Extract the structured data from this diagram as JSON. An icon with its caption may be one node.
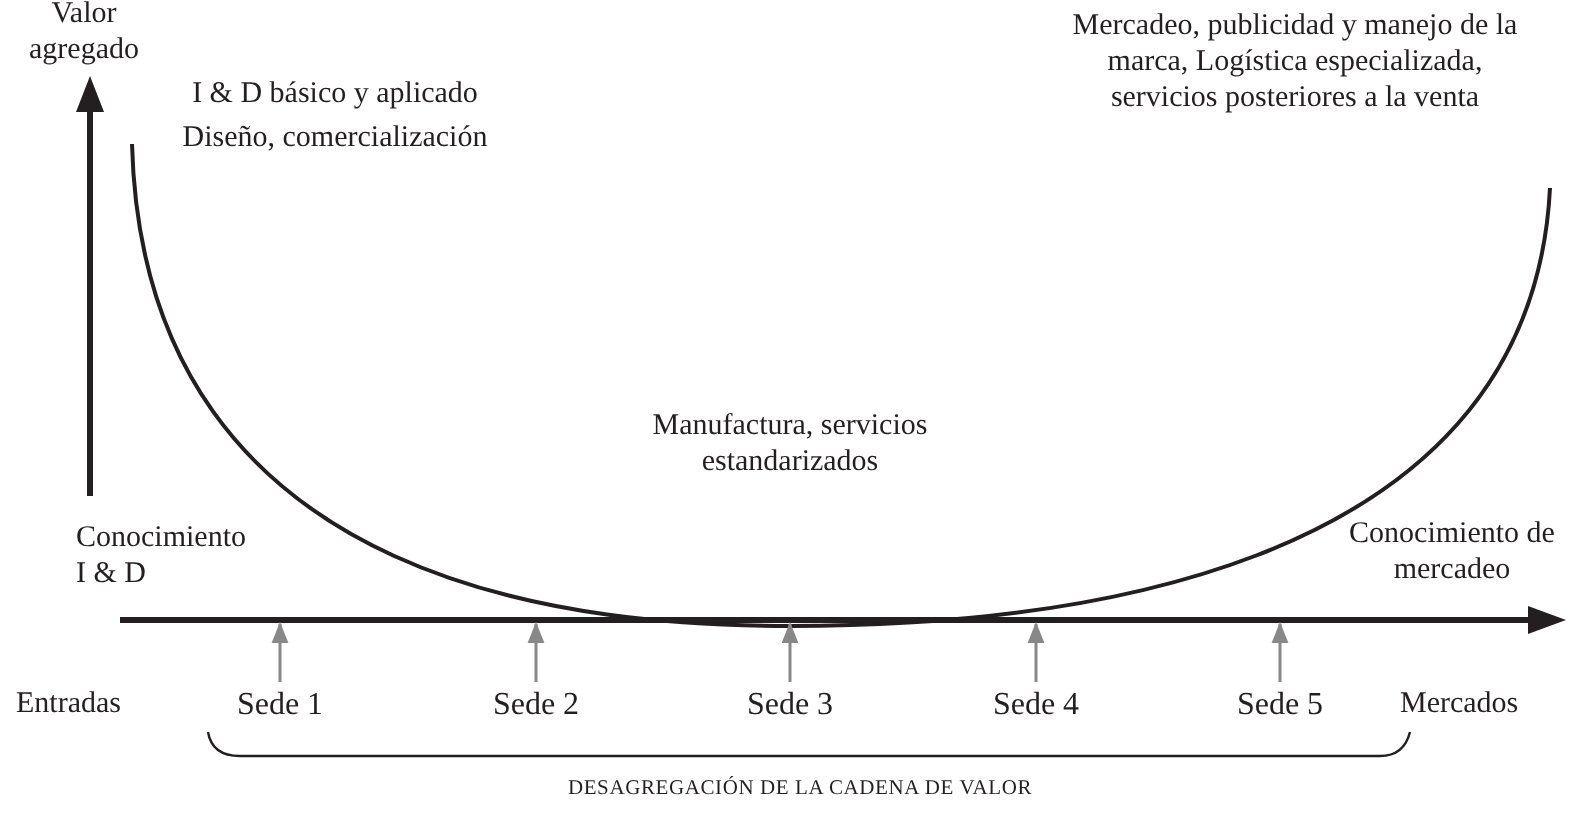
{
  "diagram": {
    "caption": "DESAGREGACIÓN DE LA CADENA DE VALOR",
    "nodes": [
      {
        "text": [
          "Sede 1"
        ]
      },
      {
        "text": [
          "Sede 2"
        ]
      },
      {
        "text": [
          "Sede 3"
        ]
      },
      {
        "text": [
          "Sede 4"
        ]
      },
      {
        "text": [
          "Sede 5"
        ]
      },
      {
        "text": [],
        "shape": "arrow"
      }
    ],
    "edges": [
      {
        "from": 0,
        "to": 5,
        "arrow": "to"
      },
      {
        "from": 1,
        "to": 5,
        "arrow": "to"
      },
      {
        "from": 2,
        "to": 5,
        "arrow": "to"
      },
      {
        "from": 3,
        "to": 5,
        "arrow": "to"
      },
      {
        "from": 4,
        "to": 5,
        "arrow": "to"
      }
    ],
    "labels": [
      "Valor agregado",
      "I & D básico y aplicado",
      "Diseño, comercialización",
      "Mercadeo, publicidad y manejo de la marca, Logística especializada, servicios posteriores a la venta",
      "Manufactura, servicios estandarizados",
      "Conocimiento I & D",
      "Conocimiento de mercadeo",
      "Entradas",
      "Mercados"
    ]
  }
}
